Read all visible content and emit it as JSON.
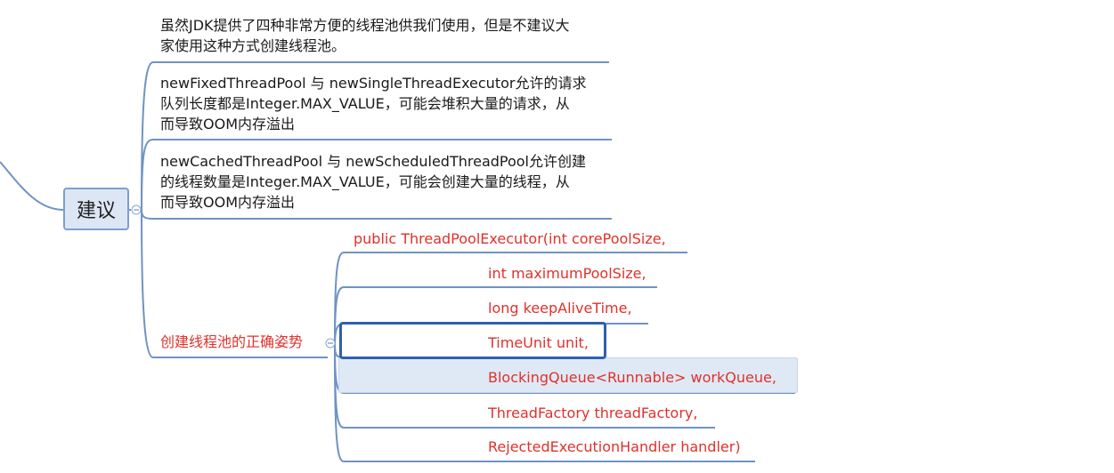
{
  "root": {
    "label": "建议"
  },
  "advice": [
    {
      "lines": [
        "虽然JDK提供了四种非常方便的线程池供我们使用，但是不建议大",
        "家使用这种方式创建线程池。"
      ]
    },
    {
      "lines": [
        "newFixedThreadPool 与 newSingleThreadExecutor允许的请求",
        "队列长度都是Integer.MAX_VALUE，可能会堆积大量的请求，从",
        "而导致OOM内存溢出"
      ]
    },
    {
      "lines": [
        "newCachedThreadPool 与 newScheduledThreadPool允许创建",
        "的线程数量是Integer.MAX_VALUE，可能会创建大量的线程，从",
        "而导致OOM内存溢出"
      ]
    }
  ],
  "correct": {
    "label": "创建线程池的正确姿势",
    "params": [
      "public ThreadPoolExecutor(int corePoolSize,",
      "int maximumPoolSize,",
      "long keepAliveTime,",
      "TimeUnit unit,",
      "BlockingQueue<Runnable> workQueue,",
      "ThreadFactory threadFactory,",
      "RejectedExecutionHandler handler)"
    ]
  },
  "colors": {
    "line": "#6f93c3",
    "text_red": "#e0312b",
    "root_fill": "#dce6f4",
    "selection": "#2f5fae"
  }
}
